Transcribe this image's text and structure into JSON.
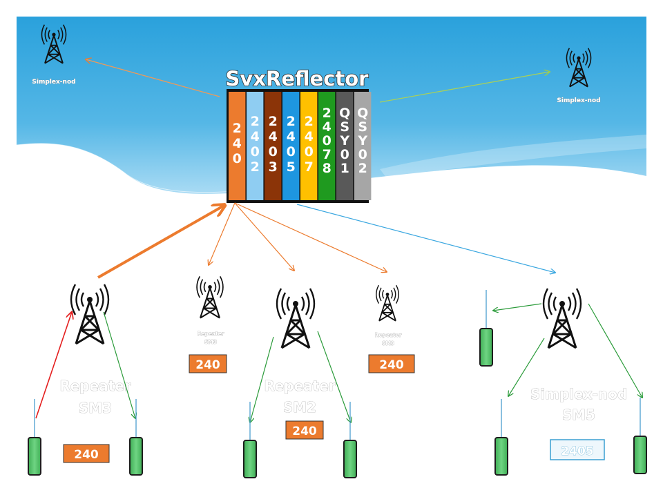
{
  "title": "SvxReflector",
  "colors": {
    "sky_top": "#2aa1dc",
    "sky_bottom": "#9fd6f2",
    "orange": "#ec7b2e",
    "green_line": "#2b9b3a",
    "blue_line": "#3aa7e0",
    "red_line": "#e41e1e",
    "handheld": "#55c46a"
  },
  "channels": [
    {
      "label": "240",
      "color": "#ec7b2e"
    },
    {
      "label": "2402",
      "color": "#8fcdf2"
    },
    {
      "label": "2403",
      "color": "#8b3408"
    },
    {
      "label": "2405",
      "color": "#1e96e0"
    },
    {
      "label": "2407",
      "color": "#ffc000"
    },
    {
      "label": "24078",
      "color": "#1f9a1f"
    },
    {
      "label": "QSY01",
      "color": "#595959"
    },
    {
      "label": "QSY02",
      "color": "#a6a6a6"
    }
  ],
  "nodes": {
    "simplex_top_left": "Simplex-nod",
    "simplex_top_right": "Simplex-nod",
    "repeater_left": {
      "line1": "Repeater",
      "line2": "SM3",
      "badge": "240"
    },
    "repeater_small_a": {
      "line1": "Repeater",
      "line2": "SM3",
      "badge": "240"
    },
    "repeater_middle": {
      "line1": "Repeater",
      "line2": "SM2",
      "badge": "240"
    },
    "repeater_small_b": {
      "line1": "Repeater",
      "line2": "SM3",
      "badge": "240"
    },
    "simplex_right": {
      "line1": "Simplex-nod",
      "line2": "SM5",
      "badge": "2405"
    }
  },
  "icons": {
    "tower": "radio-tower-icon",
    "handheld": "handheld-radio-icon"
  }
}
